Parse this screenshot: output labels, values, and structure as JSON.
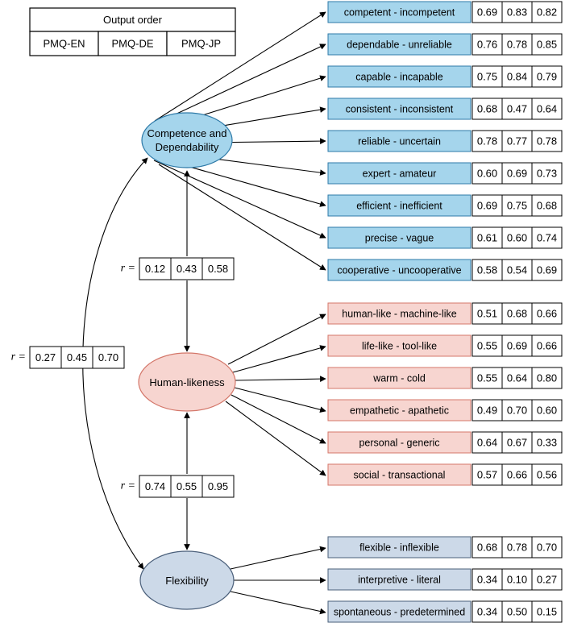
{
  "legend": {
    "title": "Output order",
    "columns": [
      "PMQ-EN",
      "PMQ-DE",
      "PMQ-JP"
    ]
  },
  "colors": {
    "competence_fill": "#a5d5ec",
    "competence_stroke": "#2e7aa8",
    "humanlikeness_fill": "#f7d5d0",
    "humanlikeness_stroke": "#d4776a",
    "flexibility_fill": "#ccd9e8",
    "flexibility_stroke": "#4a5f7a",
    "value_box_fill": "#ffffff",
    "line": "#000000"
  },
  "factors": [
    {
      "id": "competence",
      "label_line1": "Competence and",
      "label_line2": "Dependability",
      "items": [
        {
          "label": "competent - incompetent",
          "values": [
            "0.69",
            "0.83",
            "0.82"
          ]
        },
        {
          "label": "dependable -  unreliable",
          "values": [
            "0.76",
            "0.78",
            "0.85"
          ]
        },
        {
          "label": "capable - incapable",
          "values": [
            "0.75",
            "0.84",
            "0.79"
          ]
        },
        {
          "label": "consistent - inconsistent",
          "values": [
            "0.68",
            "0.47",
            "0.64"
          ]
        },
        {
          "label": "reliable - uncertain",
          "values": [
            "0.78",
            "0.77",
            "0.78"
          ]
        },
        {
          "label": "expert - amateur",
          "values": [
            "0.60",
            "0.69",
            "0.73"
          ]
        },
        {
          "label": "efficient - inefficient",
          "values": [
            "0.69",
            "0.75",
            "0.68"
          ]
        },
        {
          "label": "precise - vague",
          "values": [
            "0.61",
            "0.60",
            "0.74"
          ]
        },
        {
          "label": "cooperative - uncooperative",
          "values": [
            "0.58",
            "0.54",
            "0.69"
          ]
        }
      ]
    },
    {
      "id": "human-likeness",
      "label_line1": "Human-likeness",
      "label_line2": "",
      "items": [
        {
          "label": "human-like - machine-like",
          "values": [
            "0.51",
            "0.68",
            "0.66"
          ]
        },
        {
          "label": "life-like - tool-like",
          "values": [
            "0.55",
            "0.69",
            "0.66"
          ]
        },
        {
          "label": "warm - cold",
          "values": [
            "0.55",
            "0.64",
            "0.80"
          ]
        },
        {
          "label": "empathetic - apathetic",
          "values": [
            "0.49",
            "0.70",
            "0.60"
          ]
        },
        {
          "label": "personal - generic",
          "values": [
            "0.64",
            "0.67",
            "0.33"
          ]
        },
        {
          "label": "social - transactional",
          "values": [
            "0.57",
            "0.66",
            "0.56"
          ]
        }
      ]
    },
    {
      "id": "flexibility",
      "label_line1": "Flexibility",
      "label_line2": "",
      "items": [
        {
          "label": "flexible - inflexible",
          "values": [
            "0.68",
            "0.78",
            "0.70"
          ]
        },
        {
          "label": "interpretive - literal",
          "values": [
            "0.34",
            "0.10",
            "0.27"
          ]
        },
        {
          "label": "spontaneous - predetermined",
          "values": [
            "0.34",
            "0.50",
            "0.15"
          ]
        }
      ]
    }
  ],
  "correlations": [
    {
      "id": "competence-humanlikeness",
      "prefix": "r =",
      "values": [
        "0.12",
        "0.43",
        "0.58"
      ]
    },
    {
      "id": "competence-flexibility",
      "prefix": "r =",
      "values": [
        "0.27",
        "0.45",
        "0.70"
      ]
    },
    {
      "id": "humanlikeness-flexibility",
      "prefix": "r =",
      "values": [
        "0.74",
        "0.55",
        "0.95"
      ]
    }
  ]
}
